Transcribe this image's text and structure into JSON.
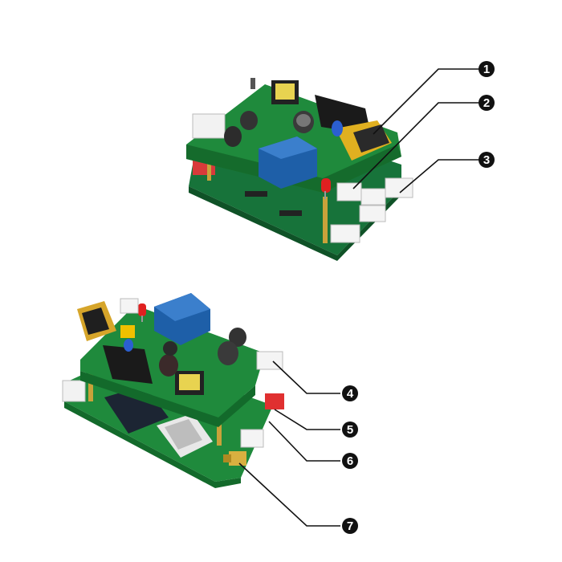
{
  "image": {
    "background": "#ffffff",
    "pcb_color": "#1f8a3c",
    "pcb_dark": "#146b2c",
    "relay_color": "#1e5fa8",
    "fuse_color": "#e0b020",
    "led_color": "#e02020",
    "connector_color": "#f2f2f2",
    "leader_color": "#111111"
  },
  "callouts": [
    {
      "number": "1"
    },
    {
      "number": "2"
    },
    {
      "number": "3"
    },
    {
      "number": "4"
    },
    {
      "number": "5"
    },
    {
      "number": "6"
    },
    {
      "number": "7"
    }
  ]
}
